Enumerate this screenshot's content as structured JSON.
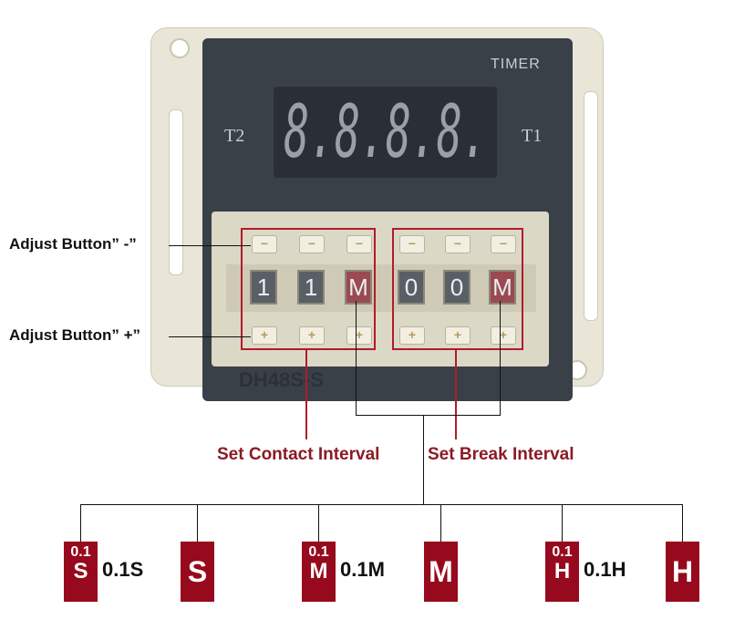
{
  "device": {
    "brand_label": "TIMER",
    "t2": "T2",
    "t1": "T1",
    "display": "8.8.8.8.",
    "model": "DH48S-S",
    "minus_symbol": "−",
    "plus_symbol": "+",
    "digits": [
      "1",
      "1",
      "M",
      "0",
      "0",
      "M"
    ]
  },
  "callouts": {
    "adjust_minus": "Adjust Button” -”",
    "adjust_plus": "Adjust Button” +”",
    "contact": "Set Contact Interval",
    "break": "Set Break Interval"
  },
  "units": [
    {
      "top": "0.1",
      "main": "S",
      "label": "0.1S"
    },
    {
      "main": "S"
    },
    {
      "top": "0.1",
      "main": "M",
      "label": "0.1M"
    },
    {
      "main": "M"
    },
    {
      "top": "0.1",
      "main": "H",
      "label": "0.1H"
    },
    {
      "main": "H"
    }
  ],
  "colors": {
    "accent_red": "#97091c",
    "label_red": "#8b1a24"
  }
}
